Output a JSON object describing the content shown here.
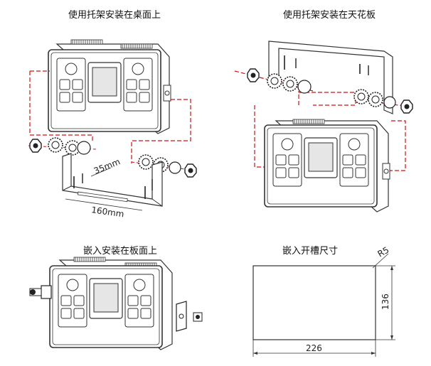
{
  "captions": {
    "desk": "使用托架安装在桌面上",
    "ceiling": "使用托架安装在天花板",
    "panel": "嵌入安装在板面上",
    "cutout": "嵌入开槽尺寸"
  },
  "dimensions": {
    "bracket_height": "35mm",
    "bracket_width": "160mm",
    "cutout_width": "226",
    "cutout_height": "136",
    "corner_radius": "R5"
  },
  "colors": {
    "line": "#333333",
    "guide": "#d01010",
    "panel_fill": "#ffffff",
    "screen_fill": "#e6e6e6"
  }
}
